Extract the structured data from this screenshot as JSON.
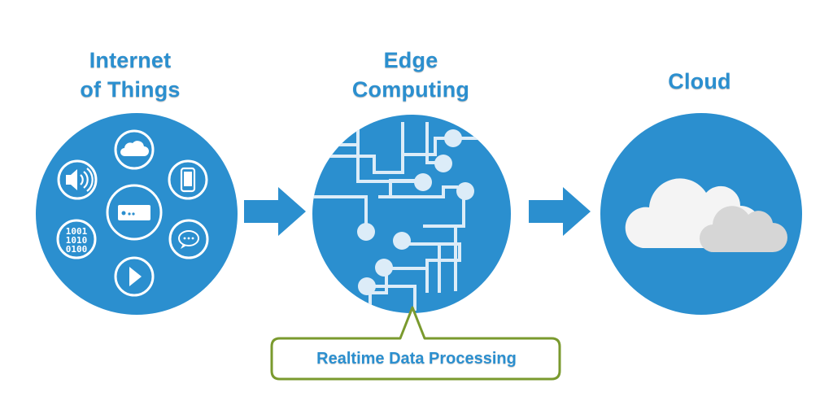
{
  "stages": {
    "iot": {
      "line1": "Internet",
      "line2": "of Things"
    },
    "edge": {
      "line1": "Edge",
      "line2": "Computing"
    },
    "cloud": {
      "label": "Cloud"
    }
  },
  "callout": {
    "label": "Realtime Data Processing"
  },
  "iot_icons": {
    "items": [
      "cloud-icon",
      "speaker-icon",
      "smartphone-icon",
      "router-icon",
      "binary-data-icon",
      "chat-bubble-icon",
      "play-icon"
    ],
    "binary_lines": [
      "1001",
      "1010",
      "0100"
    ]
  },
  "colors": {
    "primary_blue": "#2b8fcf",
    "node_fill": "#dcecf8",
    "callout_border": "#7a9a2e",
    "cloud_white": "#f4f4f4",
    "cloud_gray": "#d6d6d6"
  }
}
